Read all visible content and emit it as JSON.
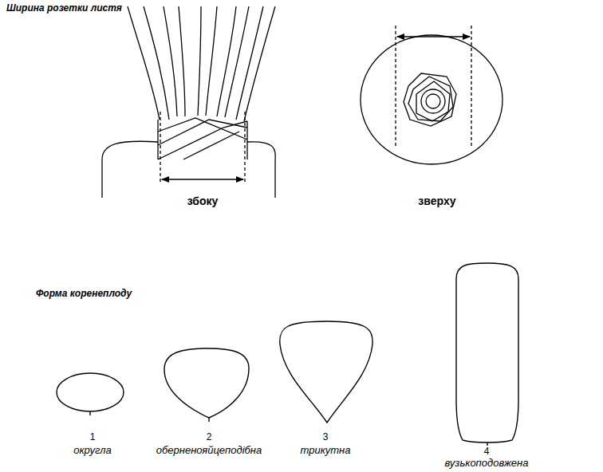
{
  "diagram": {
    "labels": [
      "Ширина розетки листя",
      "збоку",
      "зверху",
      "Форма коренеплоду",
      "1",
      "округла",
      "2",
      "оберненояйцеподібна",
      "3",
      "трикутна",
      "4",
      "вузькоподовжена"
    ]
  }
}
